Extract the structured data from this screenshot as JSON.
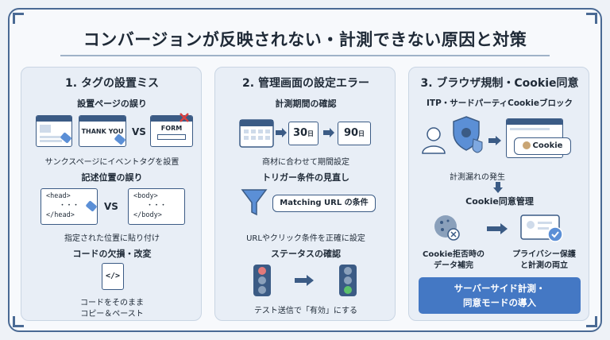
{
  "title": "コンバージョンが反映されない・計測できない原因と対策",
  "panel1": {
    "title": "1. タグの設置ミス",
    "s1": "設置ページの誤り",
    "thank_you": "THANK YOU",
    "form": "FORM",
    "vs": "VS",
    "s1_caption": "サンクスページにイベントタグを設置",
    "s2": "記述位置の誤り",
    "head_open": "<head>",
    "head_close": "</head>",
    "body_open": "<body>",
    "body_close": "</body>",
    "dots": "・・・",
    "s2_caption": "指定された位置に貼り付け",
    "s3": "コードの欠損・改変",
    "code_glyph": "</>",
    "s3_caption1": "コードをそのまま",
    "s3_caption2": "コピー＆ペースト"
  },
  "panel2": {
    "title": "2. 管理画面の設定エラー",
    "s1": "計測期間の確認",
    "d30": "30",
    "d90": "90",
    "day_unit": "日",
    "s1_caption": "商材に合わせて期間設定",
    "s2": "トリガー条件の見直し",
    "bubble": "Matching URL の条件",
    "s2_caption": "URLやクリック条件を正確に設定",
    "s3": "ステータスの確認",
    "s3_caption": "テスト送信で「有効」にする"
  },
  "panel3": {
    "title": "3. ブラウザ規制・Cookie同意",
    "s1": "ITP・サードパーティCookieブロック",
    "cookie": "Cookie",
    "s1_caption": "計測漏れの発生",
    "s2": "Cookie同意管理",
    "left_cap1": "Cookie拒否時の",
    "left_cap2": "データ補完",
    "right_cap1": "プライバシー保護",
    "right_cap2": "と計測の両立",
    "cta1": "サーバーサイド計測・",
    "cta2": "同意モードの導入"
  },
  "colors": {
    "navy": "#3b5b85",
    "accent": "#4478c4",
    "red": "#d94040",
    "green": "#3a9a4a"
  }
}
